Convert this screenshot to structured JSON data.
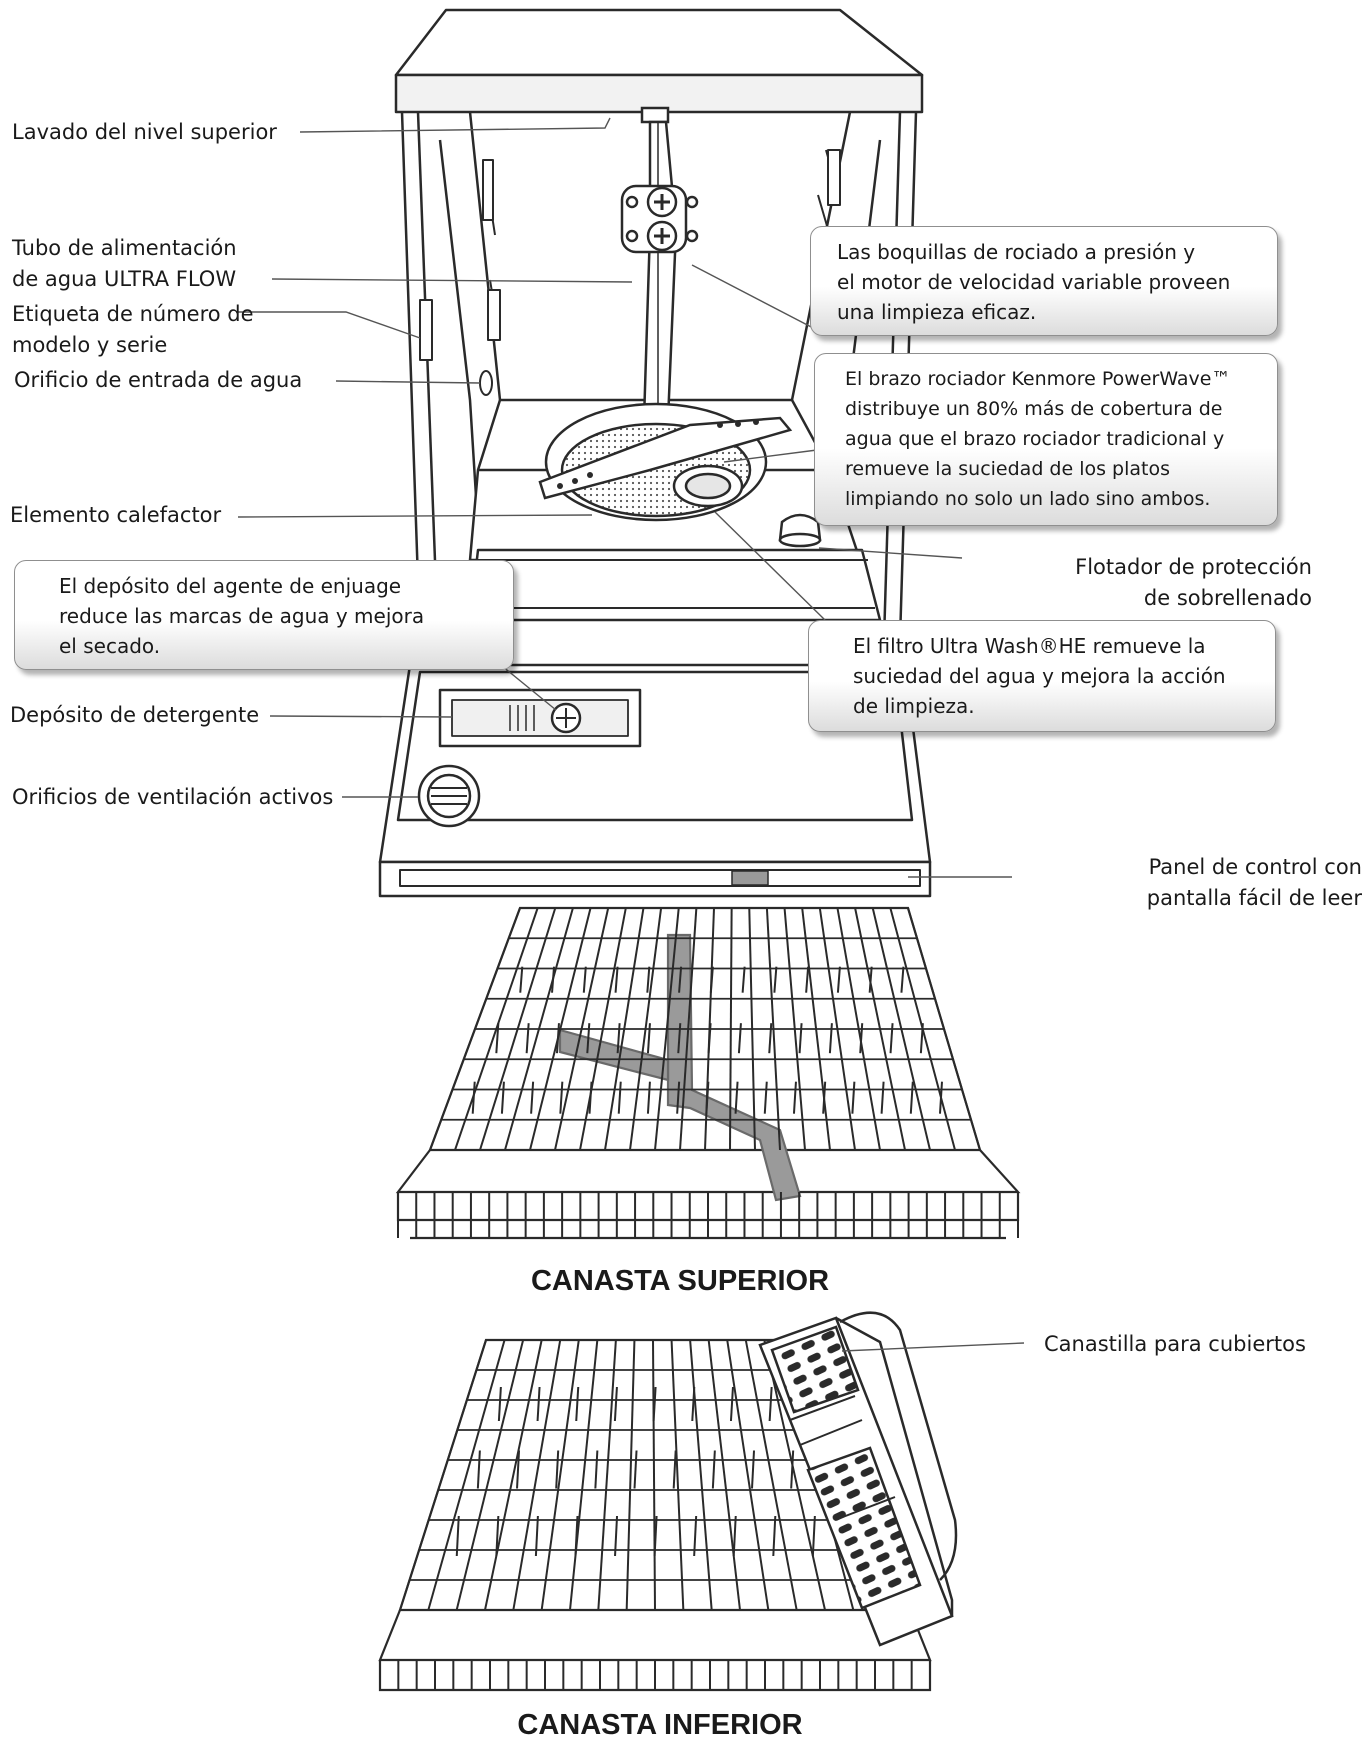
{
  "left_labels": {
    "upper_wash": "Lavado del nivel superior",
    "water_tube_1": "Tubo de alimentación",
    "water_tube_2": "de agua ULTRA FLOW",
    "model_label_1": "Etiqueta de número de",
    "model_label_2": "modelo y serie",
    "water_inlet": "Orificio de entrada de agua",
    "heating_element": "Elemento calefactor",
    "detergent": "Depósito de detergente",
    "vents": "Orificios de ventilación activos"
  },
  "right_labels": {
    "float_1": "Flotador de protección",
    "float_2": "de sobrellenado",
    "control_1": "Panel de control con",
    "control_2": "pantalla fácil de leer",
    "silverware": "Canastilla para cubiertos"
  },
  "callouts": {
    "nozzles": [
      "Las boquillas de rociado a presión y",
      "el motor de velocidad variable proveen",
      "una limpieza eficaz."
    ],
    "spray_arm": [
      "El brazo rociador Kenmore PowerWave™",
      "distribuye un 80% más de cobertura de",
      "agua que el brazo rociador tradicional y",
      "remueve la suciedad de los platos",
      "limpiando no solo un lado sino ambos."
    ],
    "rinse_aid": [
      "El depósito del agente de enjuage",
      "reduce las marcas de agua y mejora",
      "el secado."
    ],
    "filter": [
      "El filtro Ultra Wash®HE remueve la",
      "suciedad del agua y mejora la acción",
      "de limpieza."
    ]
  },
  "baskets": {
    "upper": "CANASTA SUPERIOR",
    "lower": "CANASTA INFERIOR"
  },
  "colors": {
    "line": "#2a2a2a",
    "leader": "#555555",
    "callout_border": "#8f8f8f",
    "spray_arm_gray": "#9a9a9a",
    "fill_light": "#e6e6e6"
  }
}
